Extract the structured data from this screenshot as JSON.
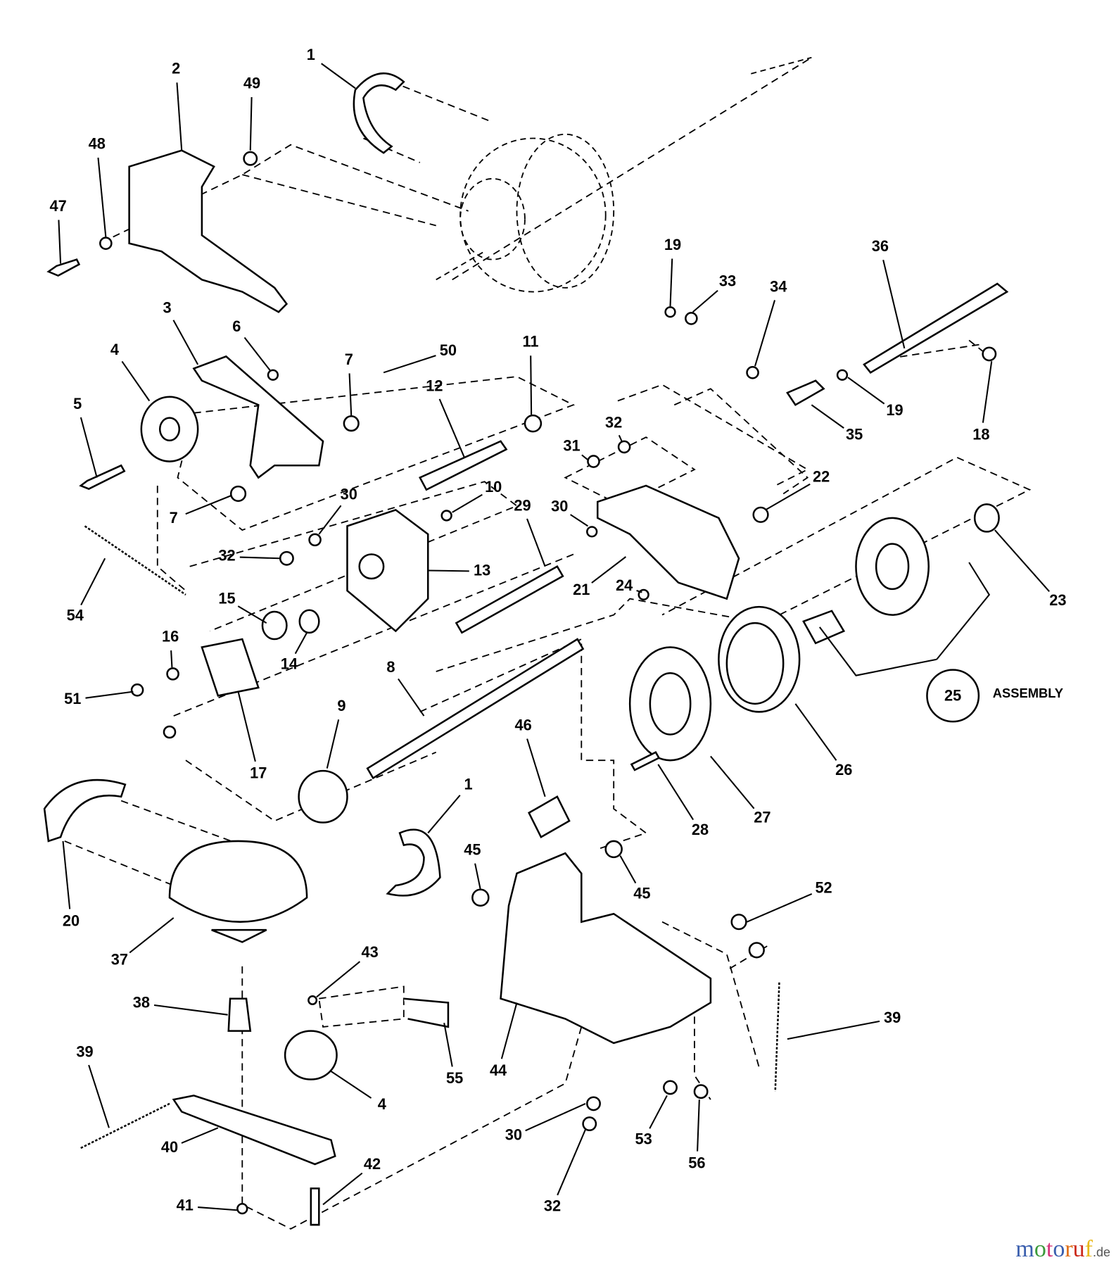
{
  "diagram": {
    "callouts": [
      "1",
      "2",
      "49",
      "48",
      "47",
      "3",
      "6",
      "4",
      "7",
      "50",
      "11",
      "12",
      "5",
      "19",
      "33",
      "34",
      "36",
      "19",
      "35",
      "18",
      "32",
      "31",
      "22",
      "7",
      "30",
      "10",
      "29",
      "30",
      "21",
      "24",
      "23",
      "32",
      "13",
      "54",
      "15",
      "16",
      "14",
      "51",
      "17",
      "8",
      "9",
      "46",
      "26",
      "28",
      "27",
      "1",
      "20",
      "37",
      "45",
      "45",
      "52",
      "43",
      "38",
      "39",
      "55",
      "44",
      "4",
      "39",
      "40",
      "42",
      "41",
      "30",
      "53",
      "56",
      "32"
    ],
    "assembly": {
      "number": "25",
      "label": "ASSEMBLY"
    }
  },
  "watermark": {
    "m": "m",
    "o1": "o",
    "t": "t",
    "o2": "o",
    "r": "r",
    "u": "u",
    "f": "f",
    "tld": ".de"
  },
  "colors": {
    "line": "#000000",
    "wm_blue": "#3b5fae",
    "wm_green": "#3a9a3a",
    "wm_pink": "#d6337a",
    "wm_orange": "#e0701a",
    "wm_red": "#cc2a1a",
    "wm_yellow": "#e8b818"
  }
}
